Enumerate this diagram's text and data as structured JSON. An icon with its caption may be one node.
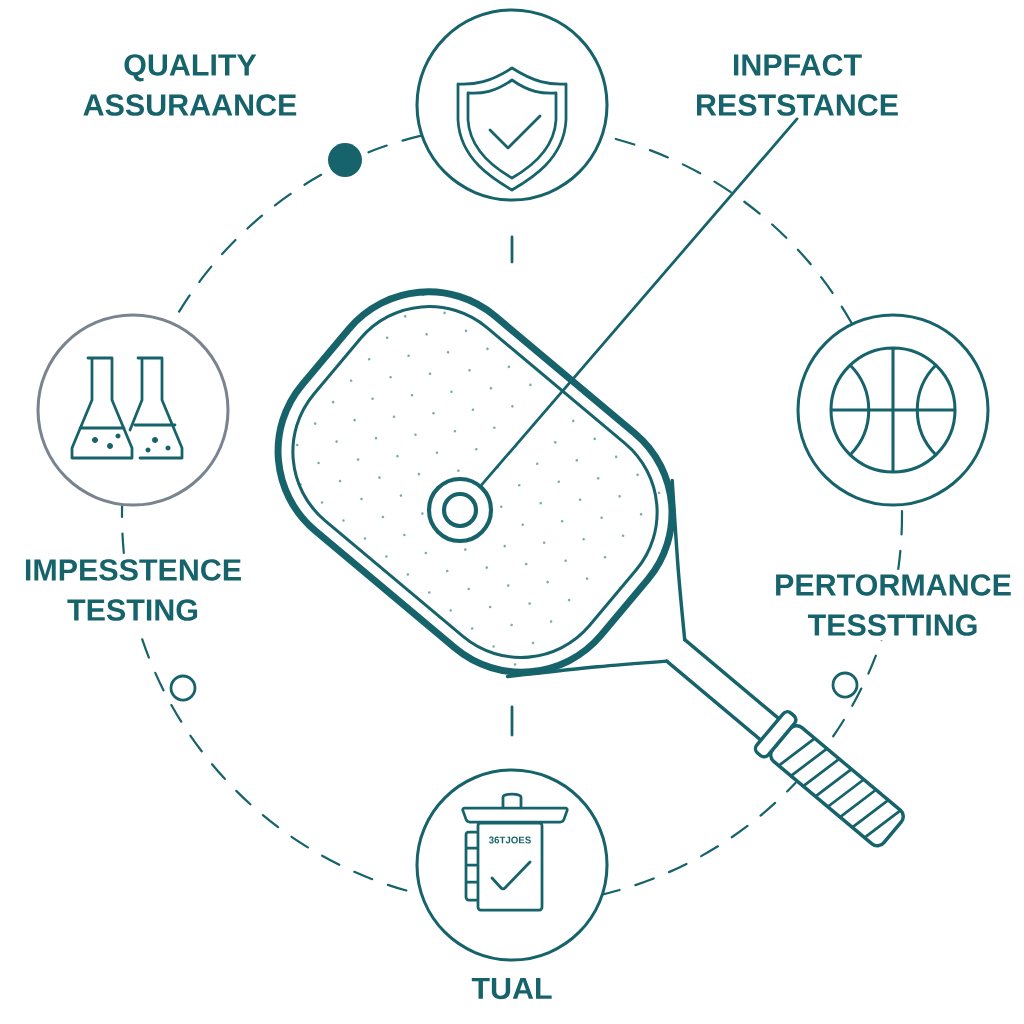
{
  "diagram": {
    "nodes": [
      {
        "text": [],
        "shape": "circle"
      },
      {
        "text": [],
        "shape": "circle"
      },
      {
        "text": [],
        "shape": "circle"
      },
      {
        "text": [],
        "shape": "circle",
        "beside": [
          "TUAL"
        ]
      },
      {
        "text": [
          "INPFACT RESTSTANCE"
        ]
      },
      {
        "text": [],
        "shape": "circle"
      }
    ],
    "edges": [
      {
        "from": 4,
        "to": 5,
        "arrow": "none"
      }
    ],
    "labels": [
      "QUALITY ASSURAANCE",
      "IMPESSTENCE TESTING",
      "PERTORMANCE TESSTTING",
      "36TJOES"
    ]
  }
}
